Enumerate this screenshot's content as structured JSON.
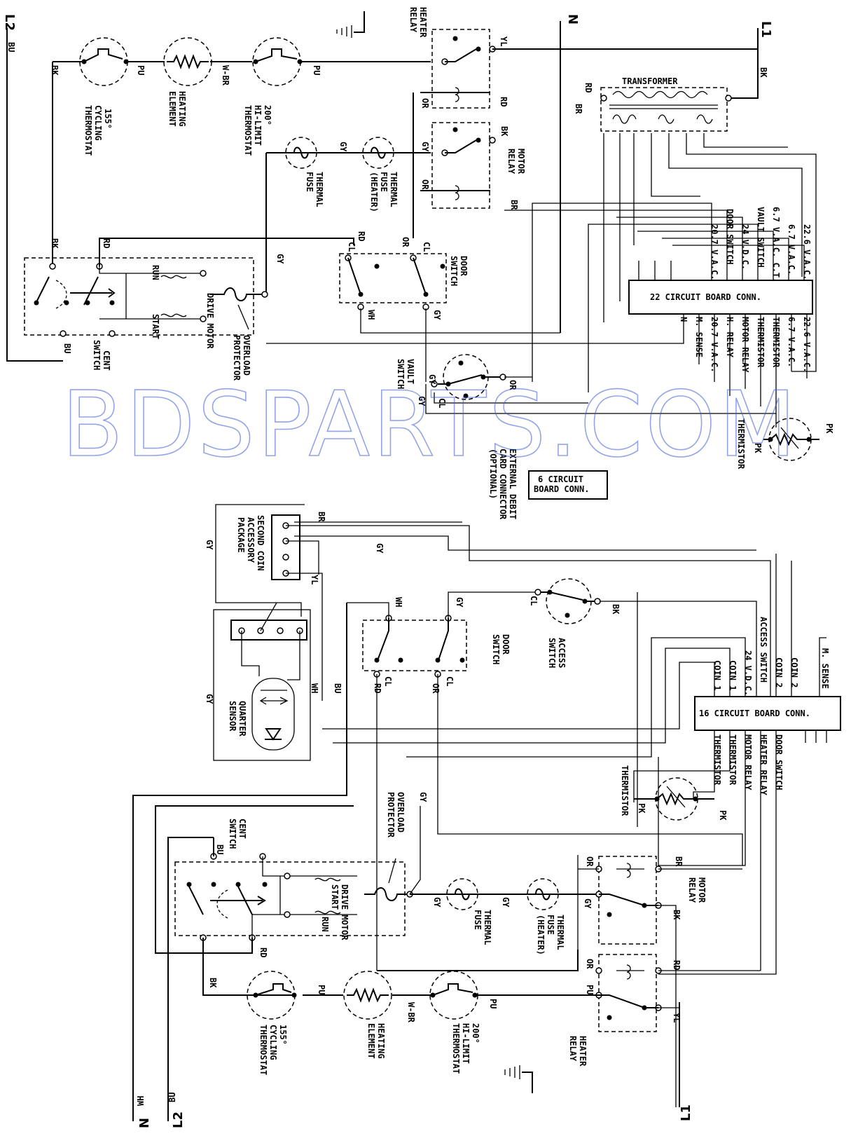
{
  "watermark": "BDSPARTS.COM",
  "wire_colors": {
    "BK": "BK",
    "BU": "BU",
    "PU": "PU",
    "W_BR": "W-BR",
    "YL": "YL",
    "RD": "RD",
    "OR": "OR",
    "GY": "GY",
    "BR": "BR",
    "PK": "PK",
    "WH": "WH",
    "CL": "CL"
  },
  "top": {
    "rails": {
      "l2": "L2",
      "n": "N",
      "l1": "L1"
    },
    "components": {
      "cycling_thermostat": [
        "155°",
        "CYCLING",
        "THERMOSTAT"
      ],
      "heating_element": [
        "HEATING",
        "ELEMENT"
      ],
      "hi_limit_thermostat": [
        "200°",
        "HI-LIMIT",
        "THERMOSTAT"
      ],
      "heater_relay": [
        "HEATER",
        "RELAY"
      ],
      "motor_relay": [
        "MOTOR",
        "RELAY"
      ],
      "transformer": "TRANSFORMER",
      "thermal_fuse": [
        "THERMAL",
        "FUSE"
      ],
      "thermal_fuse_heater": [
        "THERMAL",
        "FUSE",
        "(HEATER)"
      ],
      "drive_motor": "DRIVE MOTOR",
      "starter": "START",
      "run": "RUN",
      "cent_switch": [
        "CENT",
        "SWITCH"
      ],
      "overload_protector": [
        "OVERLOAD",
        "PROTECTOR"
      ],
      "door_switch": [
        "DOOR",
        "SWITCH"
      ],
      "vault_switch": [
        "VAULT",
        "SWITCH"
      ],
      "thermistor": "THERMISTOR",
      "external_debit": [
        "EXTERNAL DEBIT",
        "CARD CONNECTOR",
        "(OPTIONAL)"
      ],
      "six_conn": [
        "6 CIRCUIT",
        "BOARD CONN."
      ]
    },
    "connector_22": {
      "title": "22 CIRCUIT BOARD CONN.",
      "top_pins": [
        "22.6 V.A.C.",
        "6.7 V.A.C.",
        "6.7 V.A.C. C.T.",
        "VAULT SWITCH",
        "24 V.D.C.",
        "DOOR SWITCH",
        "20.7 V.A.C."
      ],
      "bottom_pins": [
        "22.6 V.A.C.",
        "6.7 V.A.C.",
        "THERMISTOR",
        "THERMISTOR",
        "MOTOR RELAY",
        "H. RELAY",
        "20.7 V.A.C.",
        "M. SENSE",
        "N"
      ]
    }
  },
  "bottom": {
    "rails": {
      "n": "N",
      "l2": "L2",
      "l1": "L1"
    },
    "components": {
      "second_coin": [
        "SECOND COIN",
        "ACCESSORY",
        "PACKAGE"
      ],
      "quarter_sensor": [
        "QUARTER",
        "SENSOR"
      ],
      "door_switch": [
        "DOOR",
        "SWITCH"
      ],
      "access_switch": [
        "ACCESS",
        "SWITCH"
      ],
      "thermistor": "THERMISTOR",
      "overload_protector": [
        "OVERLOAD",
        "PROTECTOR"
      ],
      "cent_switch": [
        "CENT",
        "SWITCH"
      ],
      "drive_motor": "DRIVE MOTOR",
      "starter": "START",
      "run": "RUN",
      "thermal_fuse": [
        "THERMAL",
        "FUSE"
      ],
      "thermal_fuse_heater": [
        "THERMAL",
        "FUSE",
        "(HEATER)"
      ],
      "motor_relay": [
        "MOTOR",
        "RELAY"
      ],
      "heater_relay": [
        "HEATER",
        "RELAY"
      ],
      "cycling_thermostat": [
        "155°",
        "CYCLING",
        "THERMOSTAT"
      ],
      "heating_element": [
        "HEATING",
        "ELEMENT"
      ],
      "hi_limit_thermostat": [
        "200°",
        "HI-LIMIT",
        "THERMOSTAT"
      ]
    },
    "connector_16": {
      "title": "16 CIRCUIT BOARD CONN.",
      "top_pins": [
        "M. SENSE",
        "COIN 2",
        "COIN 2",
        "ACCESS SWITCH",
        "24 V.D.C.",
        "COIN 1",
        "COIN 1"
      ],
      "bottom_pins": [
        "DOOR SWITCH",
        "HEATER RELAY",
        "MOTOR RELAY",
        "THERMISTOR",
        "THERMISTOR"
      ]
    }
  }
}
